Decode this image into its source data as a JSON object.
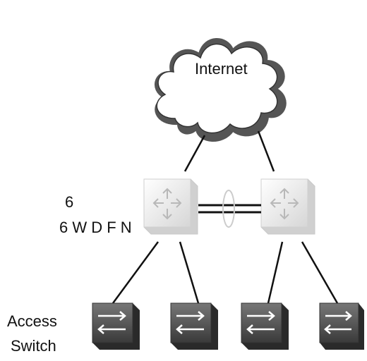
{
  "internet": {
    "label": "Internet"
  },
  "core": {
    "label_line1": "6",
    "label_line2": "6 W D F N"
  },
  "access": {
    "label_line1": "Access",
    "label_line2": "Switch"
  },
  "colors": {
    "cloud_fill": "#ffffff",
    "cloud_outline": "#555555",
    "line": "#111111",
    "core_switch_fill": "#f2f2f2",
    "access_switch_front": "#5a5a5a",
    "access_switch_side": "#2a2a2a"
  }
}
